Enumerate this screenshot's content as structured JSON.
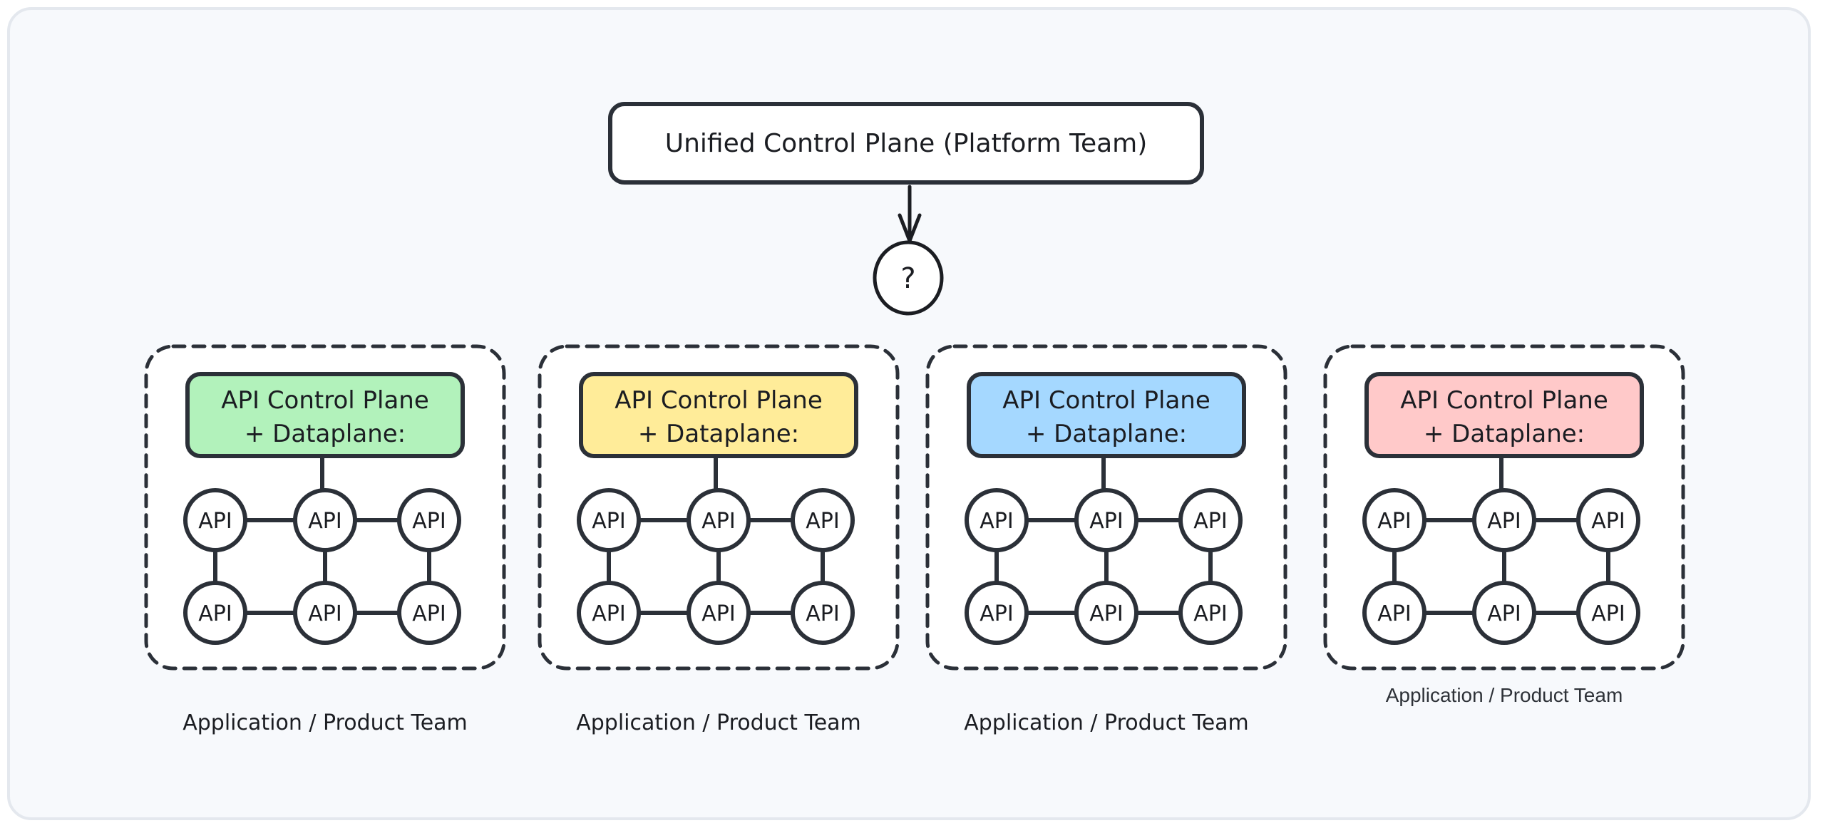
{
  "diagram": {
    "title_box": {
      "label": "Unified Control Plane (Platform Team)"
    },
    "connector": {
      "symbol": "?",
      "icon": "question-mark-icon"
    },
    "clusters": [
      {
        "heading_line1": "API Control Plane",
        "heading_line2": "+ Dataplane:",
        "color": "#b2f2bb",
        "nodes": [
          "API",
          "API",
          "API",
          "API",
          "API",
          "API"
        ],
        "team_label": "Application / Product Team",
        "label_style": "handwritten"
      },
      {
        "heading_line1": "API Control Plane",
        "heading_line2": "+ Dataplane:",
        "color": "#ffec99",
        "nodes": [
          "API",
          "API",
          "API",
          "API",
          "API",
          "API"
        ],
        "team_label": "Application / Product Team",
        "label_style": "handwritten"
      },
      {
        "heading_line1": "API Control Plane",
        "heading_line2": "+ Dataplane:",
        "color": "#a5d8ff",
        "nodes": [
          "API",
          "API",
          "API",
          "API",
          "API",
          "API"
        ],
        "team_label": "Application / Product Team",
        "label_style": "handwritten"
      },
      {
        "heading_line1": "API Control Plane",
        "heading_line2": "+ Dataplane:",
        "color": "#ffc9c9",
        "nodes": [
          "API",
          "API",
          "API",
          "API",
          "API",
          "API"
        ],
        "team_label": "Application / Product Team",
        "label_style": "plain"
      }
    ],
    "colors": {
      "stroke": "#2b3038",
      "background": "#f7f9fc",
      "cluster_fill": "#ffffff",
      "node_fill": "#ffffff"
    }
  }
}
